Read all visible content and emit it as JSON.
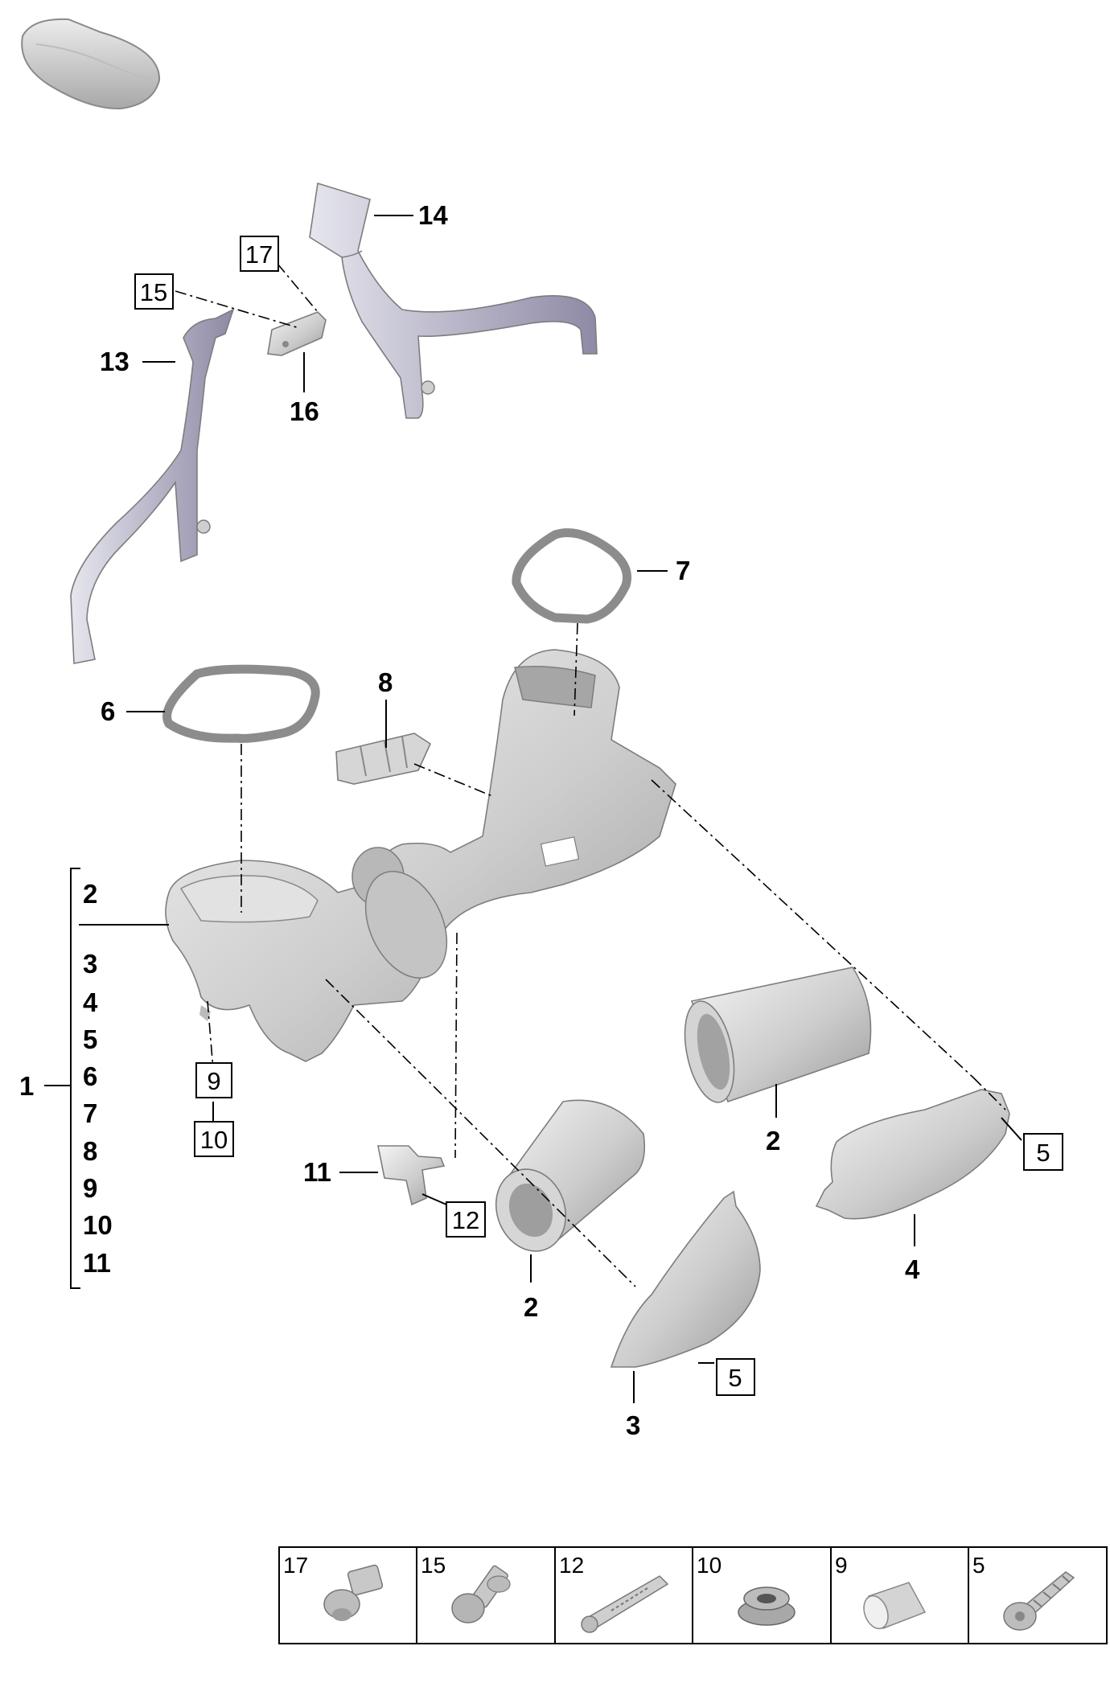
{
  "callouts": {
    "c1": "1",
    "c2a": "2",
    "c2b": "2",
    "c2c": "2",
    "c3": "3",
    "c4": "4",
    "c5a": "5",
    "c5b": "5",
    "c6": "6",
    "c7": "7",
    "c8": "8",
    "c9": "9",
    "c10": "10",
    "c11": "11",
    "c12": "12",
    "c13": "13",
    "c14": "14",
    "c15": "15",
    "c16": "16",
    "c17": "17"
  },
  "kit_list": [
    "2",
    "3",
    "4",
    "5",
    "6",
    "7",
    "8",
    "9",
    "10",
    "11"
  ],
  "hardware_table": [
    {
      "number": "17",
      "icon": "bolt-icon"
    },
    {
      "number": "15",
      "icon": "stud-bolt-icon"
    },
    {
      "number": "12",
      "icon": "expanding-rivet-icon"
    },
    {
      "number": "10",
      "icon": "grommet-icon"
    },
    {
      "number": "9",
      "icon": "spacer-sleeve-icon"
    },
    {
      "number": "5",
      "icon": "self-tapping-screw-icon"
    }
  ],
  "colors": {
    "part_fill": "#cfcfcf",
    "part_stroke": "#7d7d7d",
    "line": "#000000"
  }
}
